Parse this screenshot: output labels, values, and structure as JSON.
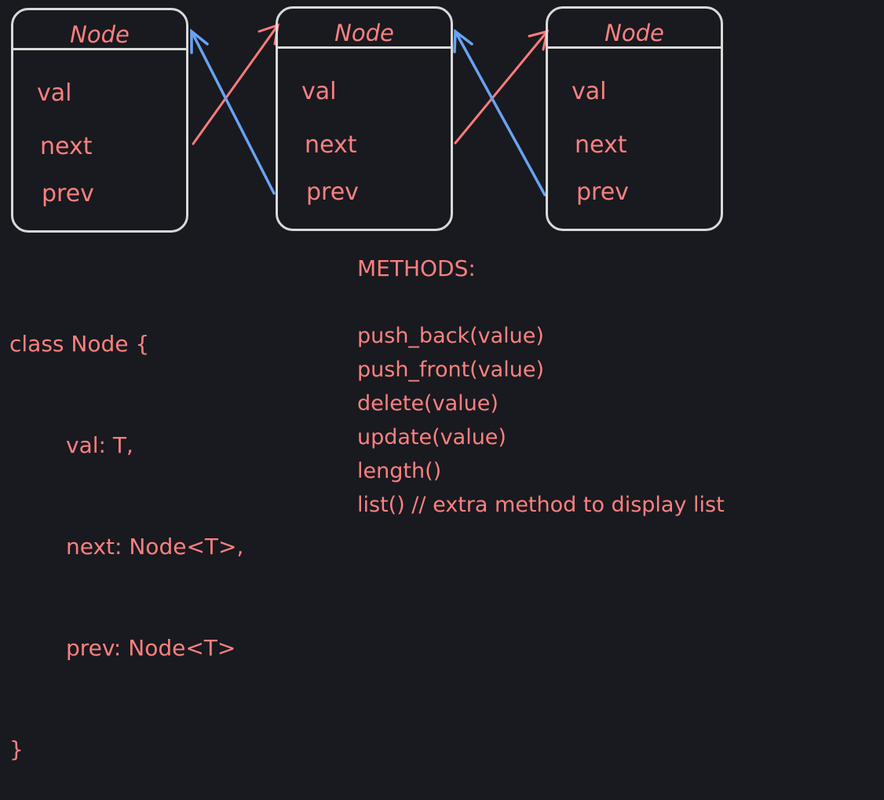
{
  "colors": {
    "background": "#181a1f",
    "box": "#d9d9d9",
    "text": "#ff8080",
    "next_arrow": "#ff7b7b",
    "prev_arrow": "#6aa2f2"
  },
  "nodes": [
    {
      "title": "Node",
      "fields": {
        "val": "val",
        "next": "next",
        "prev": "prev"
      }
    },
    {
      "title": "Node",
      "fields": {
        "val": "val",
        "next": "next",
        "prev": "prev"
      }
    },
    {
      "title": "Node",
      "fields": {
        "val": "val",
        "next": "next",
        "prev": "prev"
      }
    }
  ],
  "code": {
    "lines": [
      "class Node {",
      "val: T,",
      "next: Node<T>,",
      "prev: Node<T>",
      "}"
    ]
  },
  "methods": {
    "heading": "METHODS:",
    "items": [
      "push_back(value)",
      "push_front(value)",
      "delete(value)",
      "update(value)",
      "length()",
      "list() // extra method to display list"
    ]
  }
}
